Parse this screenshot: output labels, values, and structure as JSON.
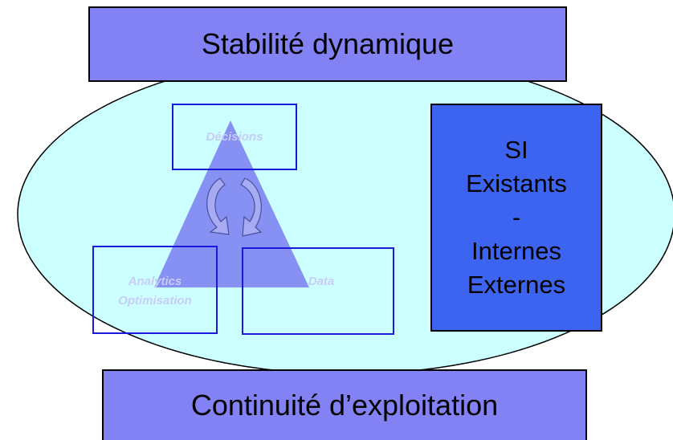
{
  "header": {
    "title": "Stabilité dynamique"
  },
  "footer": {
    "title": "Continuité d’exploitation"
  },
  "cycle": {
    "top_label": "Décisions",
    "left_label_line1": "Analytics",
    "left_label_line2": "Optimisation",
    "right_label": "Data"
  },
  "si_box": {
    "line1": "SI",
    "line2": "Existants",
    "line3": "-",
    "line4": "Internes",
    "line5": "Externes"
  },
  "colors": {
    "bar_fill": "#8282f5",
    "si_fill": "#3c64f0",
    "ellipse_fill": "#ccffff",
    "triangle_fill": "#7f85f2",
    "outline_blue": "#1a1adc"
  }
}
